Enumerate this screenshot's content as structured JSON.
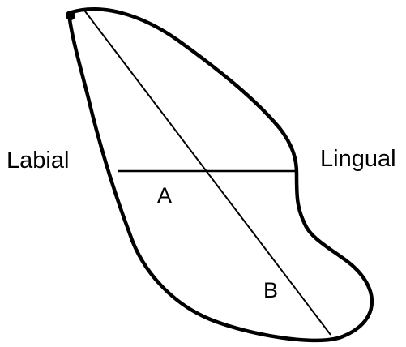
{
  "labels": {
    "labial": "Labial",
    "lingual": "Lingual",
    "line_a": "A",
    "line_b": "B"
  },
  "colors": {
    "stroke": "#000000",
    "background": "#ffffff"
  }
}
